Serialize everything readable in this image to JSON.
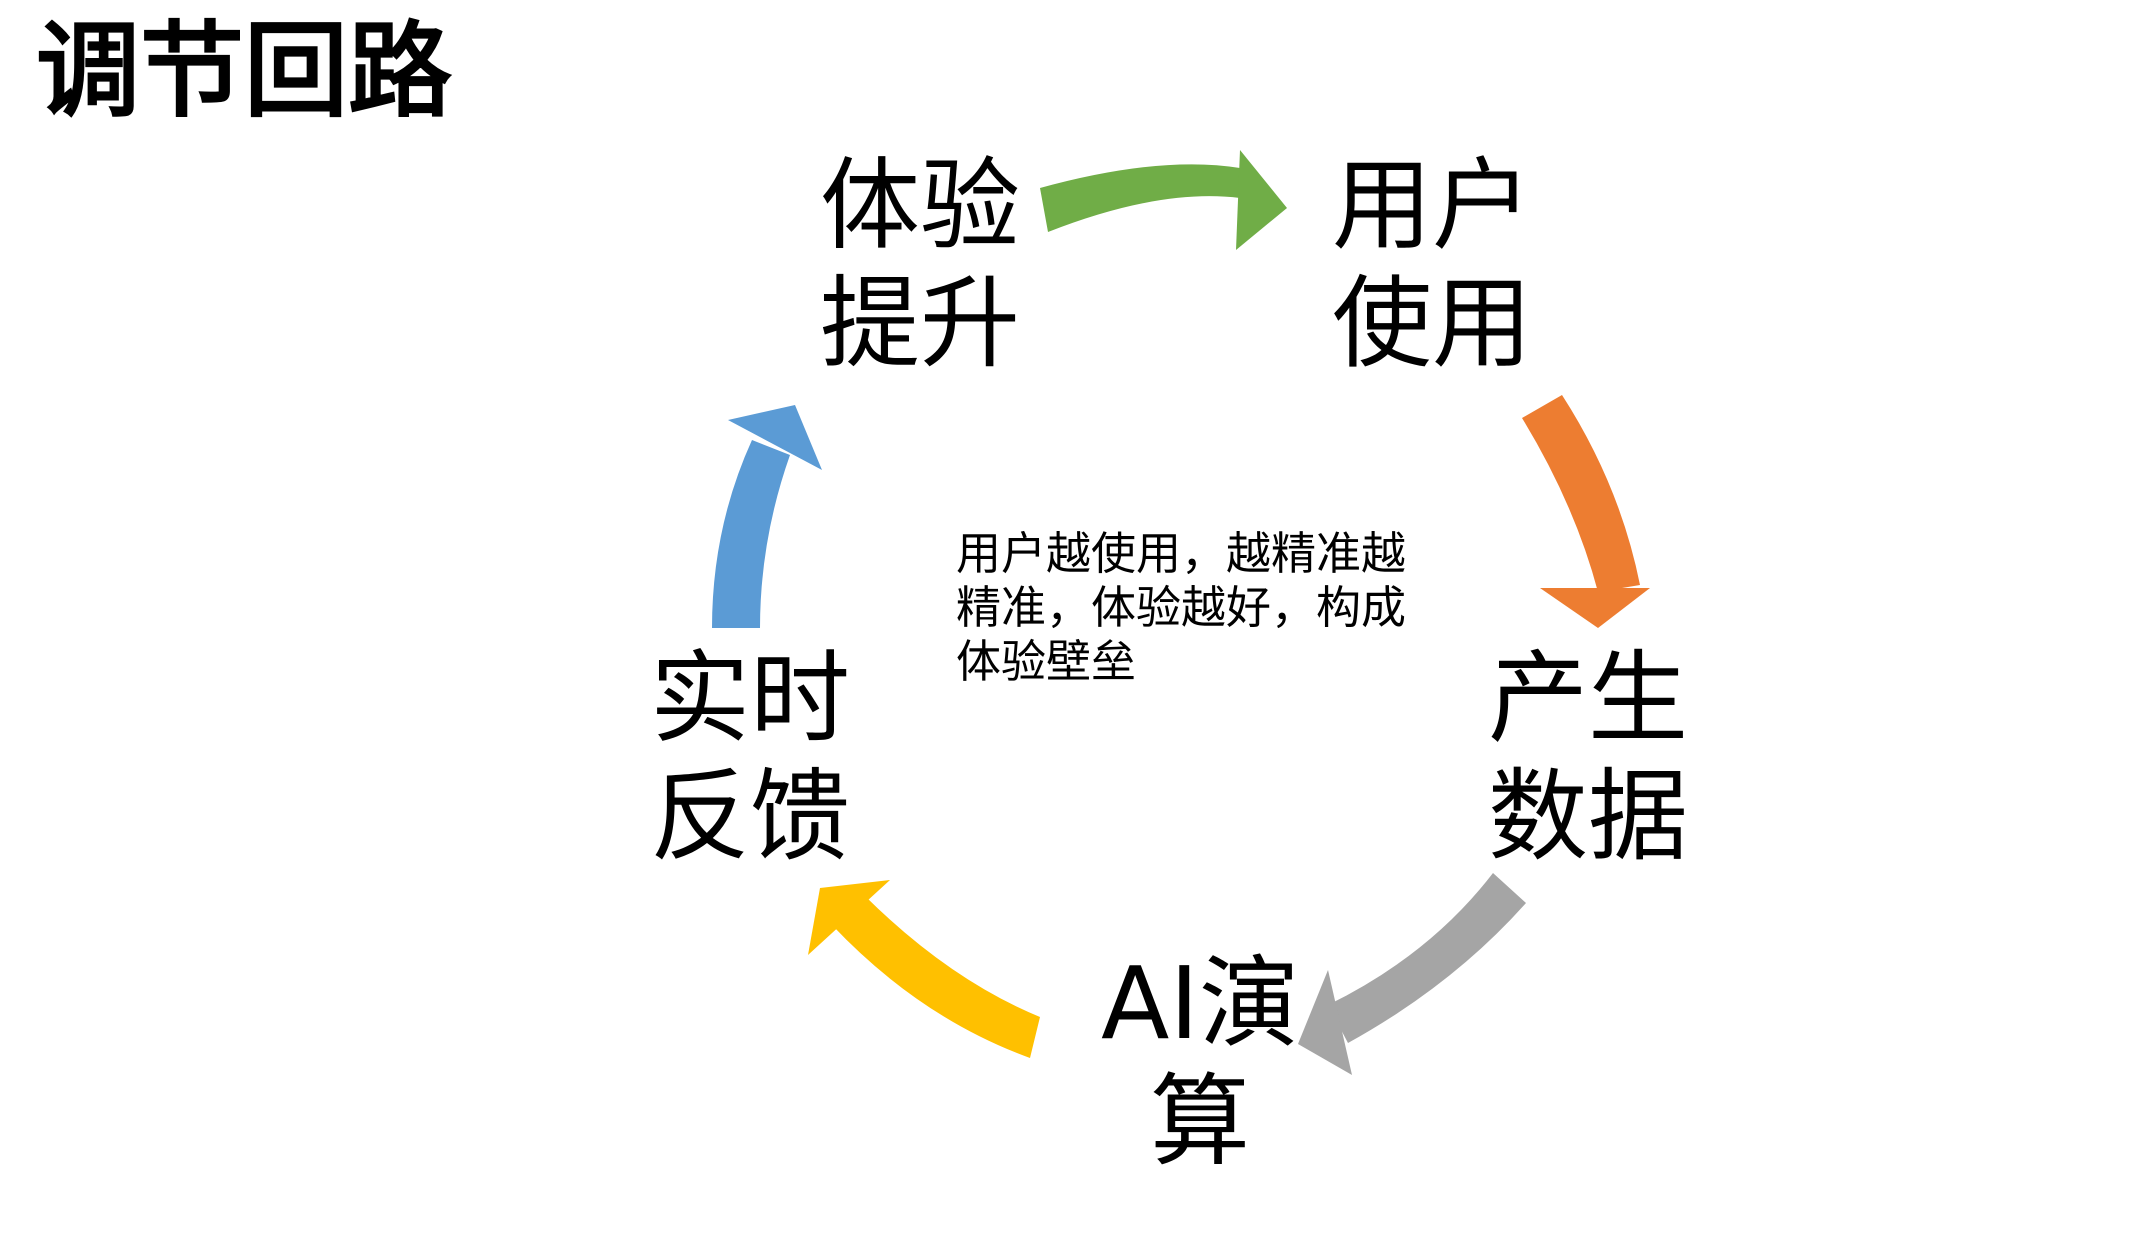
{
  "title": "调节回路",
  "nodes": {
    "experience": {
      "line1": "体验",
      "line2": "提升"
    },
    "usage": {
      "line1": "用户",
      "line2": "使用"
    },
    "data": {
      "line1": "产生",
      "line2": "数据"
    },
    "ai": {
      "line1": "AI演",
      "line2": "算"
    },
    "feedback": {
      "line1": "实时",
      "line2": "反馈"
    }
  },
  "center": {
    "line1": "用户越使用，越精准越",
    "line2": "精准，体验越好，构成",
    "line3": "体验壁垒"
  },
  "colors": {
    "green": "#70AD47",
    "orange": "#ED7D31",
    "gray": "#A5A5A5",
    "yellow": "#FFC000",
    "blue": "#5B9BD5"
  }
}
